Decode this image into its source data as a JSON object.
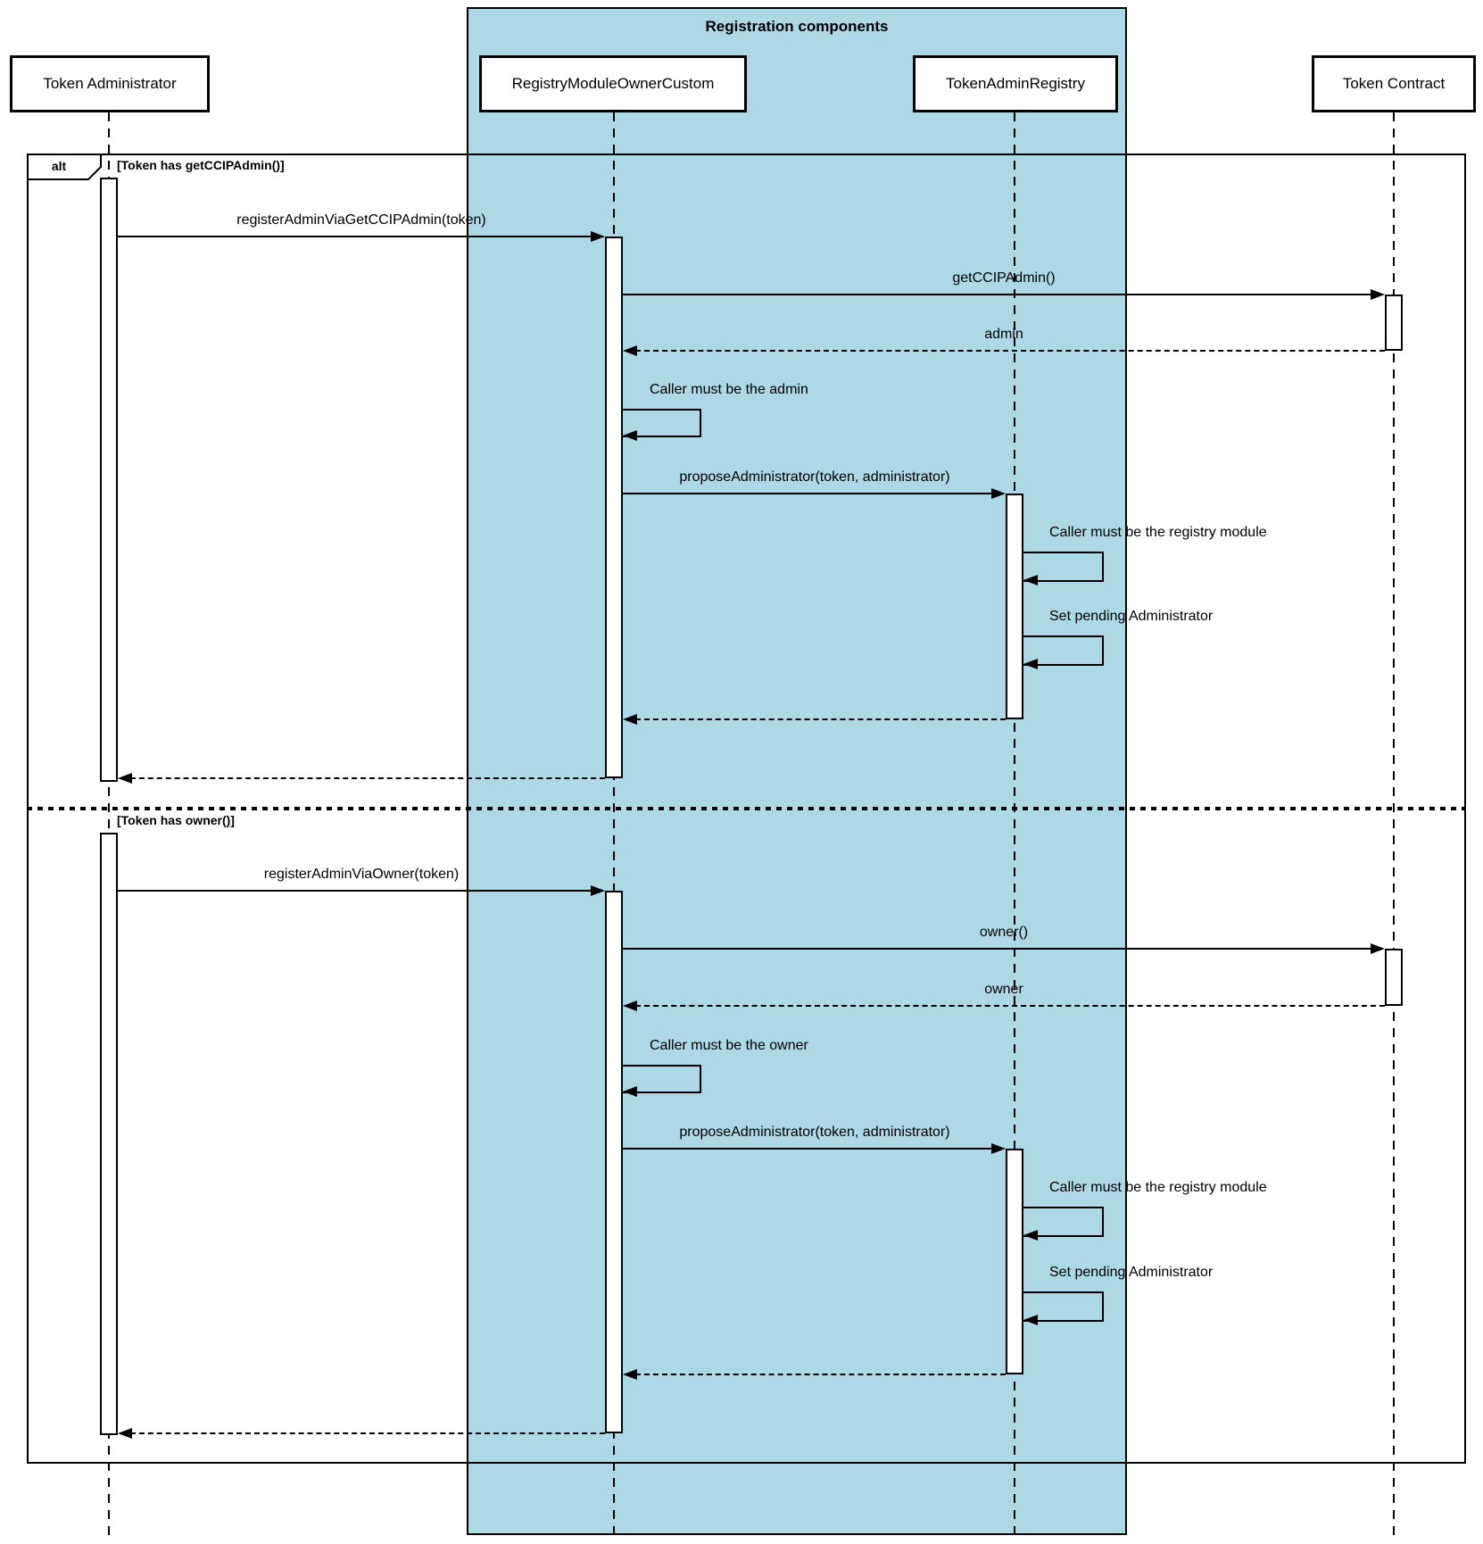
{
  "frame": {
    "title": "Registration components"
  },
  "actors": [
    {
      "label": "Token Administrator"
    },
    {
      "label": "RegistryModuleOwnerCustom"
    },
    {
      "label": "TokenAdminRegistry"
    },
    {
      "label": "Token Contract"
    }
  ],
  "alt": {
    "operator": "alt",
    "guards": [
      "[Token has getCCIPAdmin()]",
      "[Token has owner()]"
    ]
  },
  "messages": {
    "register_ccip": "registerAdminViaGetCCIPAdmin(token)",
    "get_ccip_admin": "getCCIPAdmin()",
    "admin_return": "admin",
    "caller_admin": "Caller must be the admin",
    "propose_admin": "proposeAdministrator(token, administrator)",
    "caller_registry": "Caller must be the registry module",
    "set_pending": "Set pending Administrator",
    "register_owner": "registerAdminViaOwner(token)",
    "owner_call": "owner()",
    "owner_return": "owner",
    "caller_owner": "Caller must be the owner"
  },
  "colors": {
    "frame_fill": "#ADD8E6",
    "line": "#000000"
  }
}
